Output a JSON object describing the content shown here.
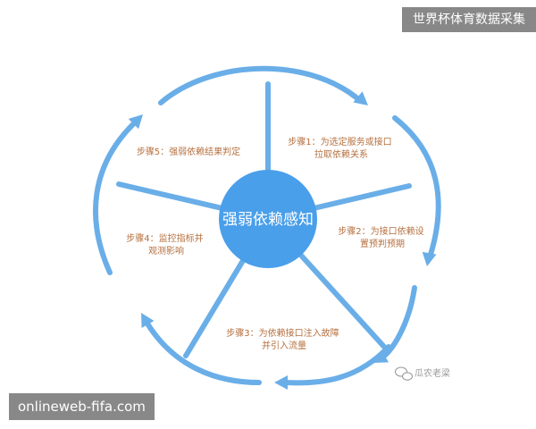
{
  "header": {
    "title": "世界杯体育数据采集"
  },
  "footer": {
    "site": "onlineweb-fifa.com"
  },
  "watermark": {
    "text": "瓜农老梁",
    "icon": "wechat-icon"
  },
  "colors": {
    "accent": "#6aaee8",
    "hub": "#4a9fea",
    "step_text": "#b5703f",
    "banner": "#888888"
  },
  "diagram": {
    "center_label": "强弱依赖感知",
    "steps": [
      {
        "lines": [
          "步骤1：为选定服务或接口",
          "拉取依赖关系"
        ]
      },
      {
        "lines": [
          "步骤2：为接口依赖设",
          "置预判预期"
        ]
      },
      {
        "lines": [
          "步骤3：为依赖接口注入故障",
          "并引入流量"
        ]
      },
      {
        "lines": [
          "步骤4：监控指标并",
          "观测影响"
        ]
      },
      {
        "lines": [
          "步骤5：强弱依赖结果判定"
        ]
      }
    ]
  }
}
